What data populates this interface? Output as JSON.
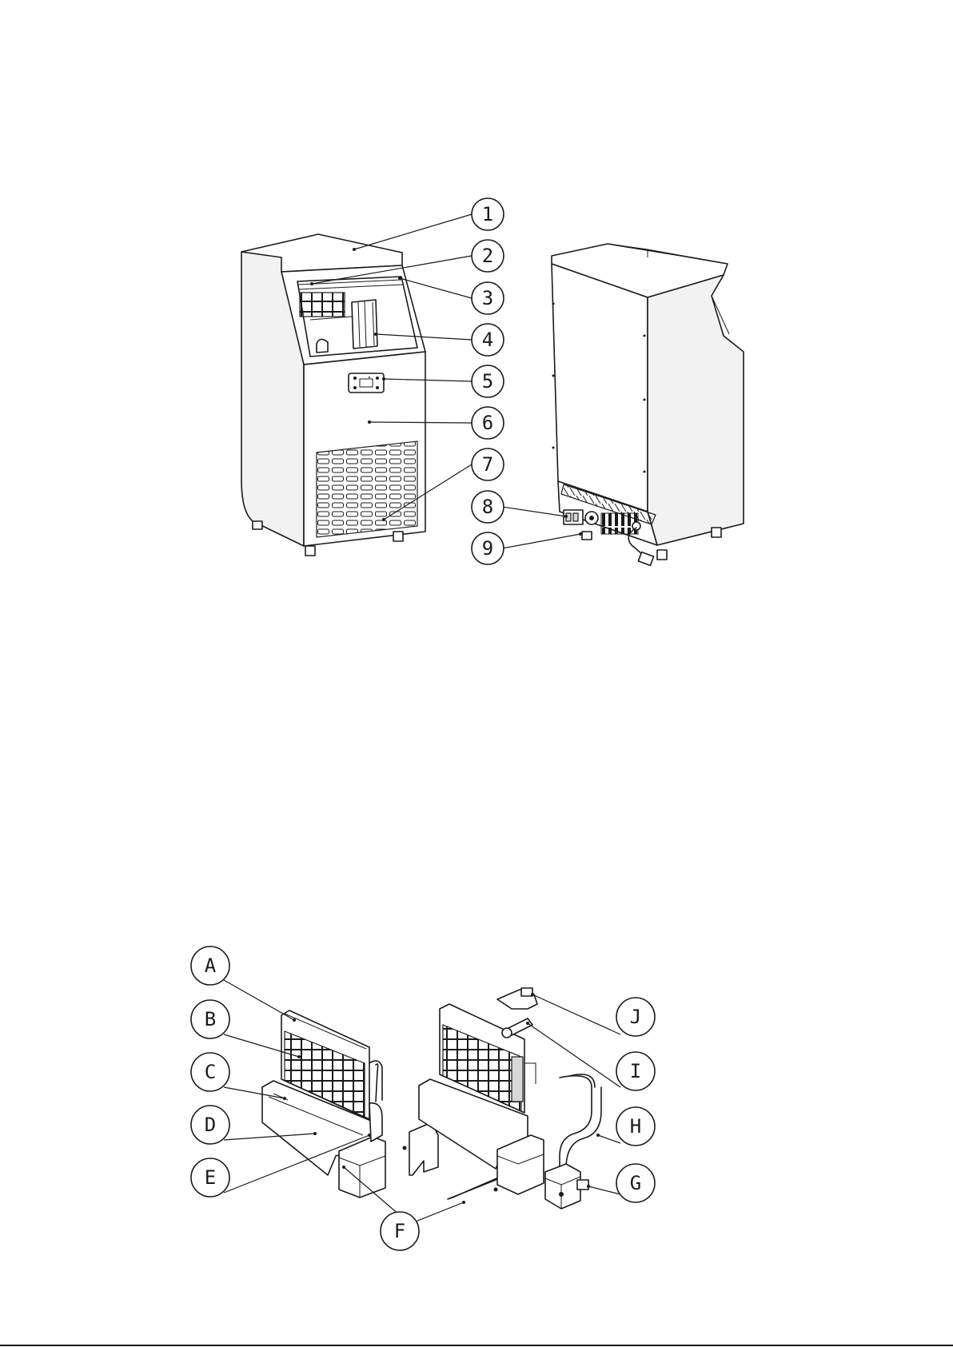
{
  "figure_1": {
    "callouts": [
      "1",
      "2",
      "3",
      "4",
      "5",
      "6",
      "7",
      "8",
      "9"
    ]
  },
  "figure_2": {
    "callouts": [
      "A",
      "B",
      "C",
      "D",
      "E",
      "F",
      "G",
      "H",
      "I",
      "J"
    ]
  },
  "colors": {
    "line": "#1a1a1a",
    "paper": "#ffffff"
  }
}
